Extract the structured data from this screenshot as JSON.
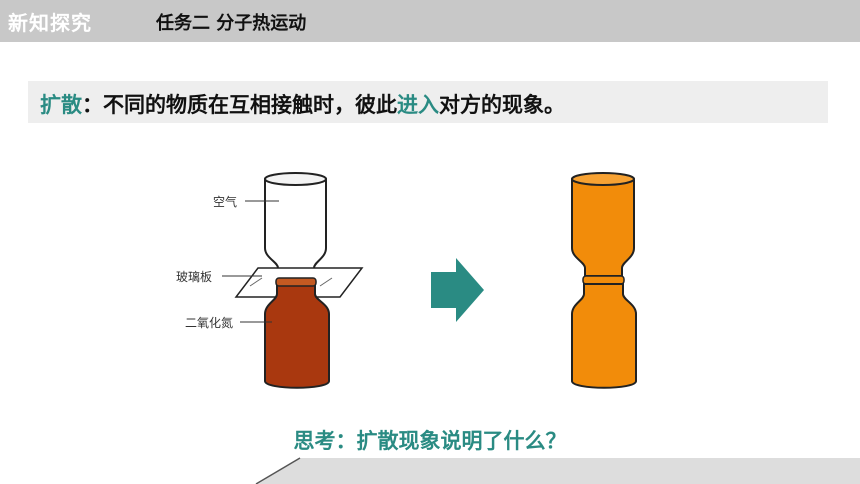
{
  "header": {
    "section": "新知探究",
    "topic": "任务二  分子热运动"
  },
  "definition": {
    "term": "扩散",
    "colon": "：",
    "text_before": "不同的物质在互相接触时，彼此",
    "highlight": "进入",
    "text_after": "对方的现象。"
  },
  "diagram": {
    "label_air": "空气",
    "label_glass": "玻璃板",
    "label_no2": "二氧化氮"
  },
  "colors": {
    "accent": "#2a8b83",
    "no2_brown": "#a9380f",
    "mixed_orange": "#f28c0a",
    "header_gray": "#c8c8c8"
  },
  "question": "思考：扩散现象说明了什么？"
}
